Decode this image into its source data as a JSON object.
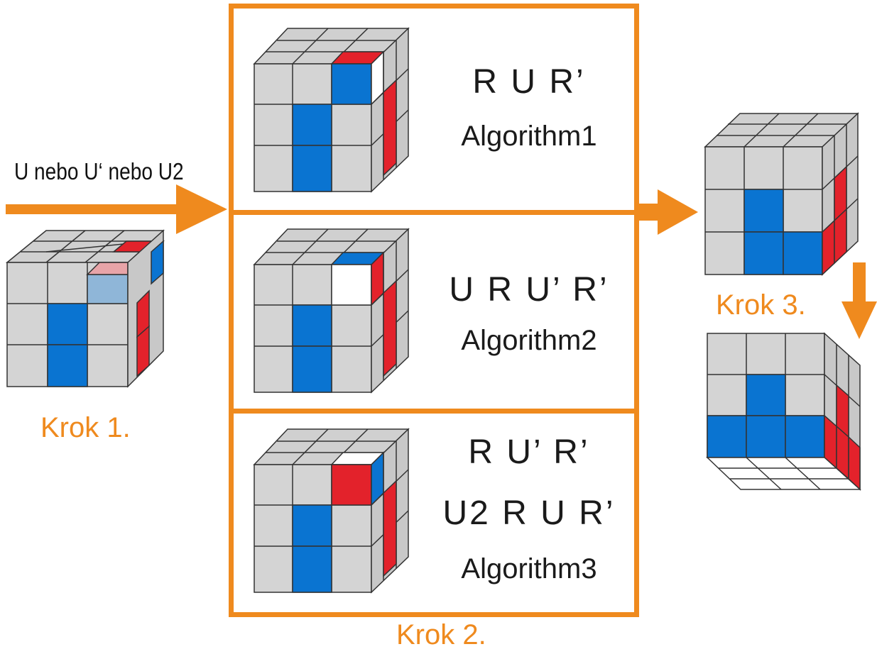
{
  "colors": {
    "orange_accent": "#ef8a1e",
    "sticker_gray": "#d4d4d4",
    "sticker_blue": "#0a74d1",
    "sticker_red": "#e3222b",
    "sticker_white": "#ffffff",
    "sticker_pale_blue": "#8fb6d8",
    "sticker_pink": "#e8a4a8"
  },
  "arrow_label": "U nebo U‘ nebo U2",
  "steps": {
    "step1": "Krok 1.",
    "step2": "Krok 2.",
    "step3": "Krok 3."
  },
  "algorithms": [
    {
      "lines": [
        "R U R’"
      ],
      "name": "Algorithm1"
    },
    {
      "lines": [
        "U R U’ R’"
      ],
      "name": "Algorithm2"
    },
    {
      "lines": [
        "R U’ R’",
        "U2 R U R’"
      ],
      "name": "Algorithm3"
    }
  ],
  "icons": {
    "arrow_main": "right-arrow-icon",
    "arrow_step3": "right-arrow-icon",
    "arrow_down": "down-arrow-icon"
  }
}
